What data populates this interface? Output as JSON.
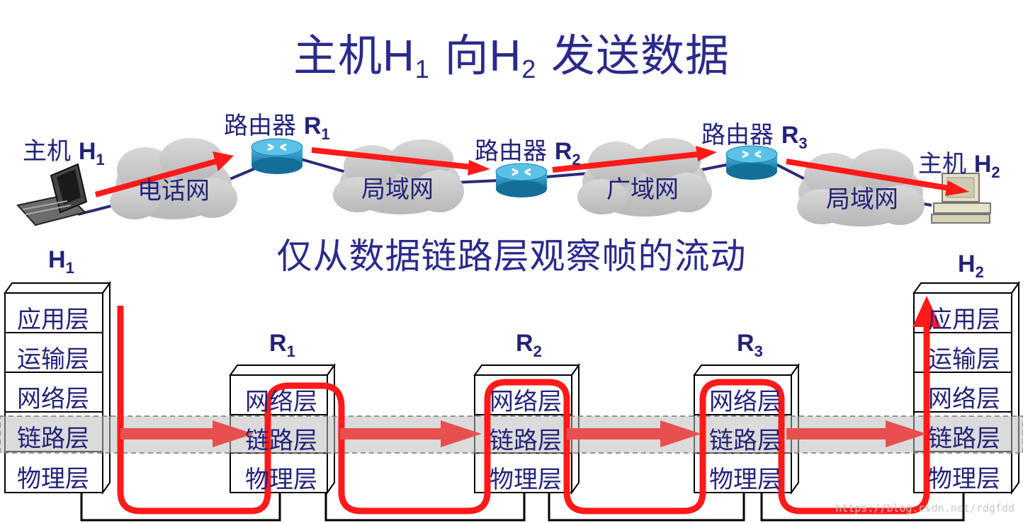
{
  "title": {
    "main": "主机",
    "h1": "H",
    "h1_sub": "1",
    "to": "向",
    "h2": "H",
    "h2_sub": "2",
    "tail": "发送数据"
  },
  "top_nodes": {
    "host1": {
      "label": "主机",
      "name": "H",
      "sub": "1"
    },
    "router1": {
      "label": "路由器",
      "name": "R",
      "sub": "1"
    },
    "router2": {
      "label": "路由器",
      "name": "R",
      "sub": "2"
    },
    "router3": {
      "label": "路由器",
      "name": "R",
      "sub": "3"
    },
    "host2": {
      "label": "主机",
      "name": "H",
      "sub": "2"
    }
  },
  "clouds": [
    "电话网",
    "局域网",
    "广域网",
    "局域网"
  ],
  "subtitle": "仅从数据链路层观察帧的流动",
  "stacks": {
    "h1": {
      "name": "H",
      "sub": "1",
      "layers": [
        "应用层",
        "运输层",
        "网络层",
        "链路层",
        "物理层"
      ]
    },
    "r1": {
      "name": "R",
      "sub": "1",
      "layers": [
        "网络层",
        "链路层",
        "物理层"
      ]
    },
    "r2": {
      "name": "R",
      "sub": "2",
      "layers": [
        "网络层",
        "链路层",
        "物理层"
      ]
    },
    "r3": {
      "name": "R",
      "sub": "3",
      "layers": [
        "网络层",
        "链路层",
        "物理层"
      ]
    },
    "h2": {
      "name": "H",
      "sub": "2",
      "layers": [
        "应用层",
        "运输层",
        "网络层",
        "链路层",
        "物理层"
      ]
    }
  },
  "watermark": "https://blog.csdn.net/rdgfdd",
  "colors": {
    "text": "#2a2a8c",
    "arrow": "#ff1a1a",
    "band": "#d9d9d9",
    "cloud": "#c8c8c8",
    "router": "#1e8fbf",
    "link": "#2a2a7a"
  }
}
